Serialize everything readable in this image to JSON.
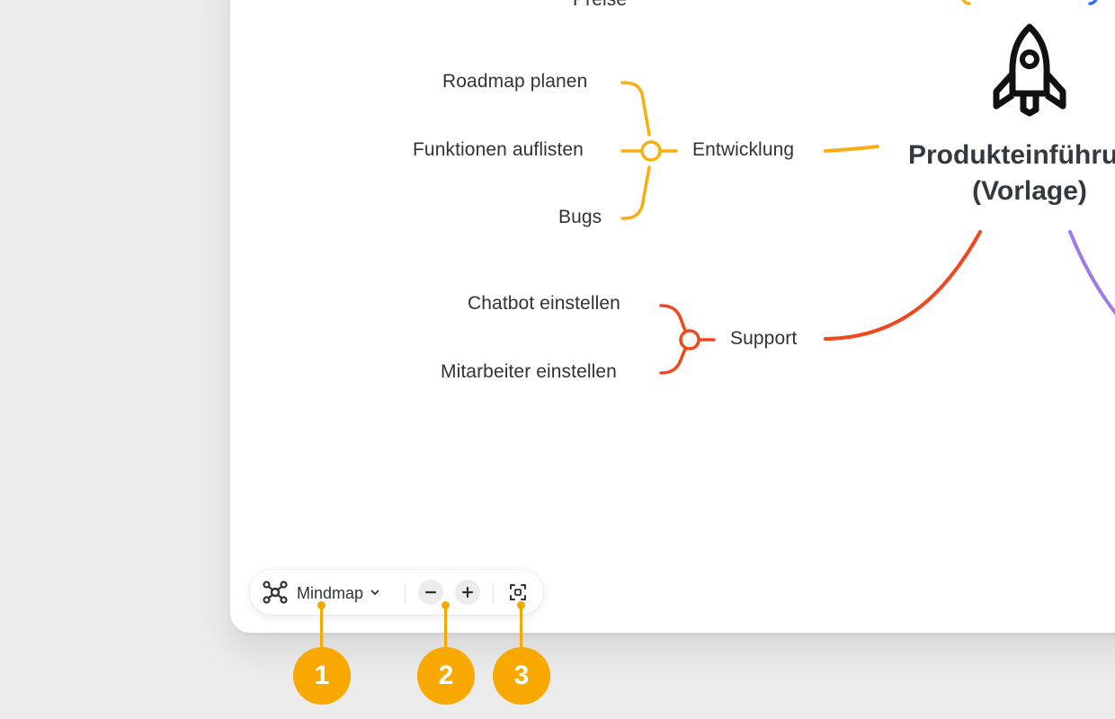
{
  "root": {
    "title_line1": "Produkteinführung",
    "title_line2": "(Vorlage)",
    "icon": "rocket-icon"
  },
  "top_partial_node": {
    "label": "Preise"
  },
  "branches": [
    {
      "label": "Entwicklung",
      "color": "#f9ae0f",
      "children": [
        "Roadmap planen",
        "Funktionen auflisten",
        "Bugs"
      ]
    },
    {
      "label": "Support",
      "color": "#f2461c",
      "children": [
        "Chatbot einstellen",
        "Mitarbeiter einstellen"
      ]
    }
  ],
  "other_branch_colors": {
    "purple": "#9b7be8",
    "blue": "#3a6cf0"
  },
  "toolbar": {
    "mode_label": "Mindmap",
    "mode_icon": "mindmap-icon",
    "zoom_out_icon": "minus-icon",
    "zoom_in_icon": "plus-icon",
    "fit_icon": "fit-to-screen-icon"
  },
  "callouts": [
    {
      "number": "1"
    },
    {
      "number": "2"
    },
    {
      "number": "3"
    }
  ],
  "accent_color": "#f9a800"
}
